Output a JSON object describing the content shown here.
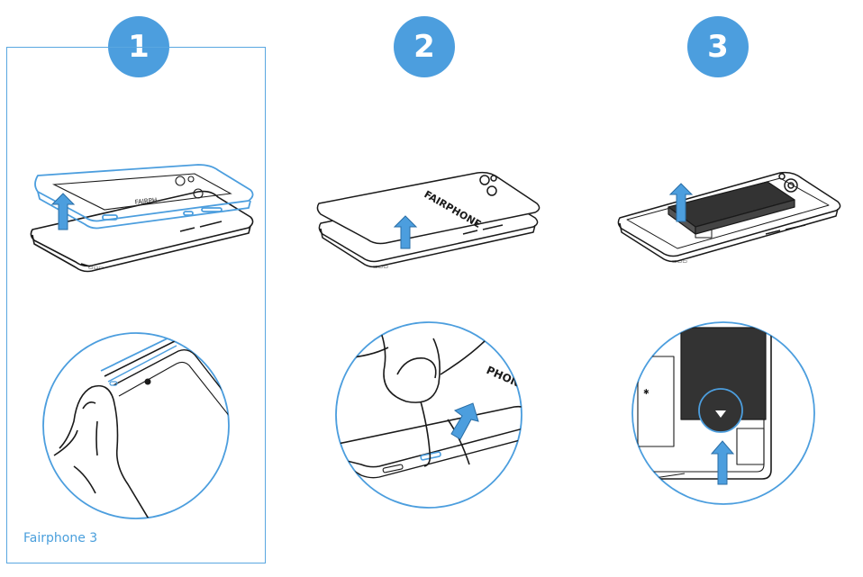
{
  "steps": [
    {
      "number": "1"
    },
    {
      "number": "2"
    },
    {
      "number": "3"
    }
  ],
  "model_label": "Fairphone 3",
  "brand_text": "FAIRPHONE",
  "colors": {
    "accent": "#4c9ede",
    "outline": "#1a1a1a",
    "battery": "#333333"
  },
  "icons": [
    "phone-icon",
    "bumper-icon",
    "arrow-up-icon",
    "thumb-icon",
    "battery-icon",
    "back-cover-icon"
  ]
}
